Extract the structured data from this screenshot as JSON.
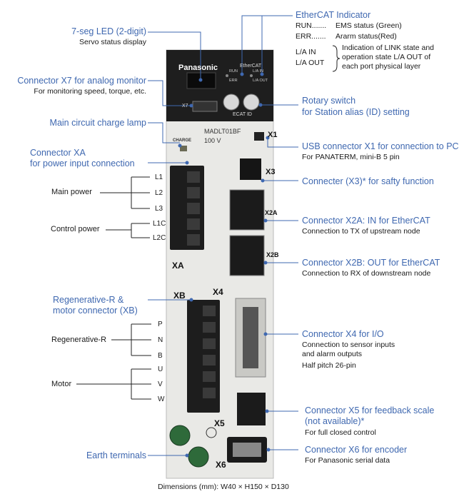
{
  "callouts": {
    "seg_led": {
      "title": "7-seg LED (2-digit)",
      "desc": "Servo status display"
    },
    "x7": {
      "title": "Connector X7 for analog monitor",
      "desc": "For monitoring speed, torque, etc."
    },
    "charge_lamp": {
      "title": "Main circuit charge lamp"
    },
    "xa": {
      "title1": "Connector XA",
      "title2": "for power input connection"
    },
    "regen": {
      "title1": "Regenerative-R &",
      "title2": "motor connector (XB)"
    },
    "earth": {
      "title": "Earth terminals"
    },
    "ethercat": {
      "title": "EtherCAT Indicator",
      "run_key": "RUN.......",
      "run_val": "EMS status (Green)",
      "err_key": "ERR.......",
      "err_val": "Ararm status(Red)",
      "la_in": "L/A IN",
      "la_out": "L/A OUT",
      "la_desc1": "Indication of LINK state and",
      "la_desc2": "operation state L/A OUT of",
      "la_desc3": "each port physical layer"
    },
    "rotary": {
      "title1": "Rotary switch",
      "title2": "for Station alias (ID) setting"
    },
    "usb": {
      "title": "USB connector X1 for connection to PC",
      "desc": "For PANATERM, mini-B 5 pin"
    },
    "x3": {
      "title": "Connecter (X3)* for safty function"
    },
    "x2a": {
      "title": "Connector X2A: IN for EtherCAT",
      "desc": "Connection to TX of upstream node"
    },
    "x2b": {
      "title": "Connector X2B: OUT for EtherCAT",
      "desc": "Connection to RX of downstream node"
    },
    "x4": {
      "title": "Connector X4 for I/O",
      "desc1": "Connection to sensor inputs",
      "desc2": "and alarm outputs",
      "desc3": "Half pitch 26-pin"
    },
    "x5": {
      "title1": "Connector X5 for feedback scale",
      "title2": "(not available)*",
      "desc": "For full closed control"
    },
    "x6": {
      "title": "Connector X6 for encoder",
      "desc": "For Panasonic serial data"
    }
  },
  "groups": {
    "main_power": "Main power",
    "control_power": "Control power",
    "regen_r": "Regenerative-R",
    "motor": "Motor"
  },
  "pins": {
    "l1": "L1",
    "l2": "L2",
    "l3": "L3",
    "l1c": "L1C",
    "l2c": "L2C",
    "p": "P",
    "n": "N",
    "b": "B",
    "u": "U",
    "v": "V",
    "w": "W"
  },
  "device": {
    "brand": "Panasonic",
    "ethercat_logo": "EtherCAT",
    "model": "MADLT01BF",
    "voltage": "100 V",
    "charge": "CHARGE",
    "ecat_id": "ECAT ID",
    "led_run": "RUN",
    "led_err": "ERR",
    "led_lain": "L/A IN",
    "led_laout": "L/A OUT",
    "x1": "X1",
    "x2a": "X2A",
    "x2b": "X2B",
    "x3": "X3",
    "x4": "X4",
    "x5": "X5",
    "x6": "X6",
    "x7": "X7",
    "xa": "XA",
    "xb": "XB"
  },
  "footer": "Dimensions (mm): W40 × H150 × D130"
}
